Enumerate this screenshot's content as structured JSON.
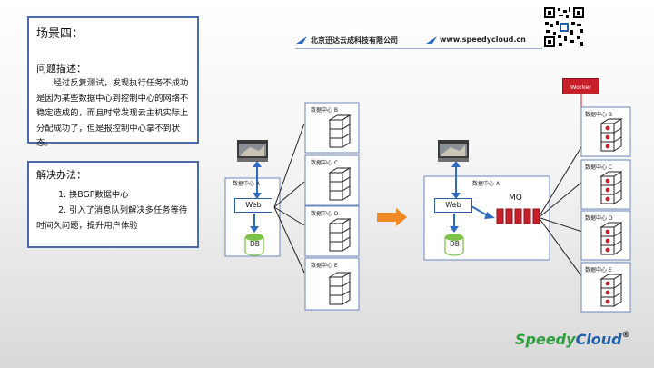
{
  "header": {
    "company": "北京迅达云成科技有限公司",
    "website": "www.speedycloud.cn"
  },
  "problem": {
    "title": "场景四：",
    "heading": "问题描述：",
    "text": "经过反复测试，发现执行任务不成功是因为某些数据中心到控制中心的网络不稳定造成的，而且时常发现云主机实际上分配成功了，但是报控制中心拿不到状态。"
  },
  "solution": {
    "heading": "解决办法：",
    "item1": "1. 换BGP数据中心",
    "item2": "2. 引入了消息队列解决多任务等待时间久问题，提升用户体验"
  },
  "left_diagram": {
    "center_label": "数据中心 A",
    "web": "Web",
    "db": "DB",
    "dc_b": "数据中心 B",
    "dc_c": "数据中心 C",
    "dc_d": "数据中心 D",
    "dc_e": "数据中心 E"
  },
  "right_diagram": {
    "center_label": "数据中心 A",
    "web": "Web",
    "db": "DB",
    "mq": "MQ",
    "worker": "Worker",
    "dc_b": "数据中心 B",
    "dc_c": "数据中心 C",
    "dc_d": "数据中心 D",
    "dc_e": "数据中心 E"
  },
  "logo": {
    "part1": "Speedy",
    "part2": "Cloud",
    "mark": "®"
  },
  "colors": {
    "panel_border": "#4a6aa8",
    "arrow_blue": "#2f6bc0",
    "flow_arrow": "#f08a24",
    "mq_red": "#c8202a",
    "db_green": "#7fc24a"
  }
}
